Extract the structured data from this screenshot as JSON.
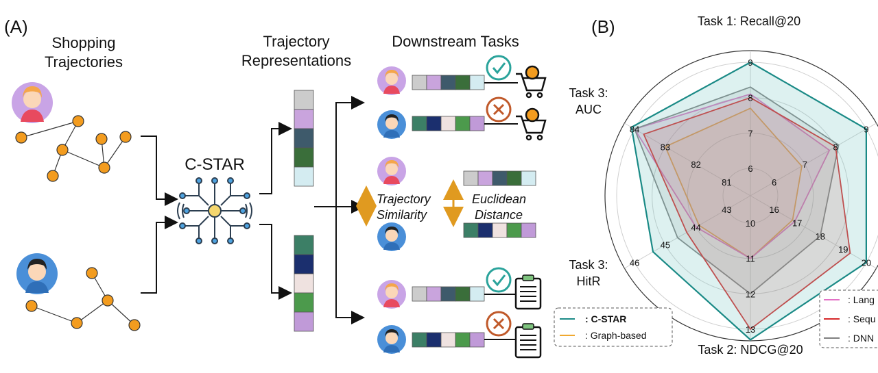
{
  "panel_a": {
    "label": "(A)",
    "title_shopping": [
      "Shopping",
      "Trajectories"
    ],
    "title_repr": [
      "Trajectory",
      "Representations"
    ],
    "title_tasks": "Downstream Tasks",
    "model_name": "C-STAR",
    "similarity_label": [
      "Trajectory",
      "Similarity"
    ],
    "distance_label": [
      "Euclidean",
      "Distance"
    ]
  },
  "panel_b": {
    "label": "(B)",
    "legend_left": [
      {
        "label": ": C-STAR",
        "color": "#1a8a86",
        "bold": true
      },
      {
        "label": ": Graph-based",
        "color": "#f0a830",
        "bold": false
      }
    ],
    "legend_right": [
      {
        "label": ": Lang",
        "color": "#e371c6"
      },
      {
        "label": ": Sequ",
        "color": "#d62728"
      },
      {
        "label": ": DNN",
        "color": "#7f7f7f"
      }
    ]
  },
  "colors": {
    "node": "#f39c1f",
    "check": "#2aa39b",
    "cross": "#c0592a",
    "segments": [
      "#cccccc",
      "#c9a4dd",
      "#3e5a6b",
      "#3a6e3a",
      "#d4ecf1",
      "#3c7f66",
      "#1b2f6e",
      "#efe2e0",
      "#4c9a4c",
      "#c09ad8"
    ]
  },
  "chart_data": {
    "type": "radar",
    "axes": [
      {
        "label": "Task 1: Recall@20",
        "ticks": [
          "6",
          "7",
          "8",
          "9"
        ]
      },
      {
        "label": "",
        "ticks": [
          "6",
          "7",
          "8",
          "9"
        ]
      },
      {
        "label": "",
        "ticks": [
          "16",
          "17",
          "18",
          "19",
          "20"
        ]
      },
      {
        "label": "Task 2: NDCG@20",
        "ticks": [
          "10",
          "11",
          "12",
          "13"
        ]
      },
      {
        "label": "Task 3: HitR",
        "ticks": [
          "43",
          "44",
          "45",
          "46"
        ]
      },
      {
        "label": "Task 3: AUC",
        "ticks": [
          "81",
          "82",
          "83",
          "84"
        ]
      }
    ],
    "series": [
      {
        "name": "C-STAR",
        "color": "#1a8a86",
        "fill": "rgba(120,200,195,0.25)",
        "values": [
          9.0,
          9.0,
          20.0,
          13.3,
          45.4,
          84.1
        ]
      },
      {
        "name": "Sequ",
        "color": "#d62728",
        "fill": "rgba(214,39,40,0.15)",
        "values": [
          8.0,
          8.0,
          19.3,
          13.0,
          44.3,
          83.7
        ]
      },
      {
        "name": "DNN",
        "color": "#7f7f7f",
        "fill": "rgba(127,127,127,0.15)",
        "values": [
          8.3,
          8.1,
          18.0,
          12.0,
          44.6,
          84.0
        ]
      },
      {
        "name": "Lang",
        "color": "#e371c6",
        "fill": "rgba(227,113,198,0.15)",
        "values": [
          8.1,
          7.8,
          16.9,
          11.0,
          44.0,
          84.0
        ]
      },
      {
        "name": "Graph-based",
        "color": "#f0a830",
        "fill": "rgba(240,168,48,0.12)",
        "values": [
          7.7,
          6.9,
          16.8,
          11.0,
          43.9,
          83.0
        ]
      }
    ]
  }
}
